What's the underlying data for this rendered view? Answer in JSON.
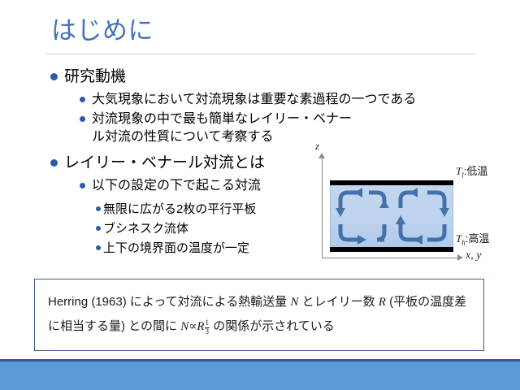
{
  "slide": {
    "title": "はじめに",
    "accent_color": "#4472b8",
    "bullet_color": "#2a5bab",
    "footer_bar_color": "#5b9bd5",
    "footer_line_color": "#3f51a0"
  },
  "outline": {
    "section1": {
      "heading": "研究動機",
      "points": [
        "大気現象において対流現象は重要な素過程の一つである",
        "対流現象の中で最も簡単なレイリー・ベナール対流の性質について考察する"
      ]
    },
    "section2": {
      "heading": "レイリー・ベナール対流とは",
      "subheading": "以下の設定の下で起こる対流",
      "conditions": [
        "無限に広がる2枚の平行平板",
        "ブシネスク流体",
        "上下の境界面の温度が一定"
      ]
    }
  },
  "figure": {
    "axis_z_label": "z",
    "axis_x_label": "x, y",
    "top_label_symbol": "T",
    "top_label_subscript": "l",
    "top_label_text": ":低温",
    "bottom_label_symbol": "T",
    "bottom_label_subscript": "h",
    "bottom_label_text": ":高温",
    "fluid_color": "#bed3ee",
    "plate_color": "#000000",
    "roll_color": "#4470ab",
    "rolls": [
      {
        "name": "left-roll",
        "direction": "counterclockwise"
      },
      {
        "name": "right-roll",
        "direction": "clockwise"
      }
    ]
  },
  "callout": {
    "line1_part1": "Herring (1963) によって対流による熱輸送量 ",
    "line1_symbol_n": "N",
    "line1_part2": " とレイリー数 ",
    "line1_symbol_r": "R",
    "line1_part3": " (平板の",
    "line2_part1": "温度差に相当する量) との間に ",
    "line2_symbol_n": "N",
    "line2_operator": "∝",
    "line2_symbol_r": "R",
    "line2_exp_num": "1",
    "line2_exp_den": "3",
    "line2_part2": " の関係が示されている",
    "border_color": "#3f5c8c"
  }
}
